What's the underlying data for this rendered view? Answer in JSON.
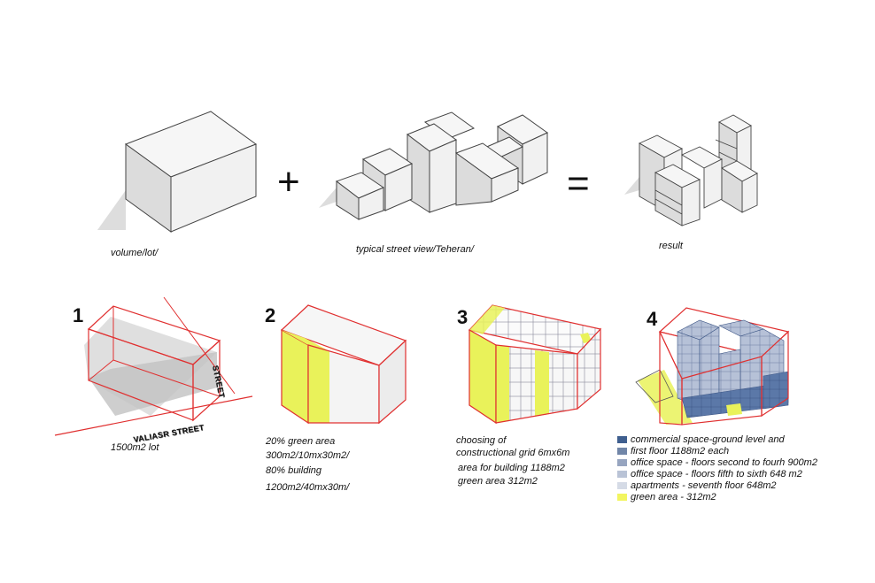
{
  "top": {
    "labels": {
      "volume": "volume/lot/",
      "street_view": "typical street view/Teheran/",
      "result": "result"
    },
    "operators": {
      "plus": "+",
      "equals": "="
    }
  },
  "steps": [
    {
      "number": "1",
      "street_a": "STREET",
      "street_b": "VALIASR STREET",
      "caption": "1500m2 lot"
    },
    {
      "number": "2",
      "lines": [
        "20% green area",
        "300m2/10mx30m2/",
        "80% building",
        "1200m2/40mx30m/"
      ]
    },
    {
      "number": "3",
      "lines": [
        "choosing of",
        "constructional grid 6mx6m",
        "area for building 1188m2",
        "green area 312m2"
      ]
    },
    {
      "number": "4"
    }
  ],
  "legend": [
    {
      "color": "#3f5f8f",
      "text": "commercial space-ground level and"
    },
    {
      "color": "#7186a8",
      "text": "first floor 1188m2 each"
    },
    {
      "color": "#97a5c0",
      "text": "office space - floors second to fourh 900m2"
    },
    {
      "color": "#b9c3d6",
      "text": "office space - floors  fifth to sixth 648 m2"
    },
    {
      "color": "#d5dbe6",
      "text": "apartments - seventh floor 648m2"
    },
    {
      "color": "#f2f560",
      "text": "green area  - 312m2"
    }
  ],
  "colors": {
    "lot_outline": "#e03030",
    "green": "#e9f25a",
    "box_light": "#f4f4f4",
    "box_side": "#d9d9d9"
  }
}
